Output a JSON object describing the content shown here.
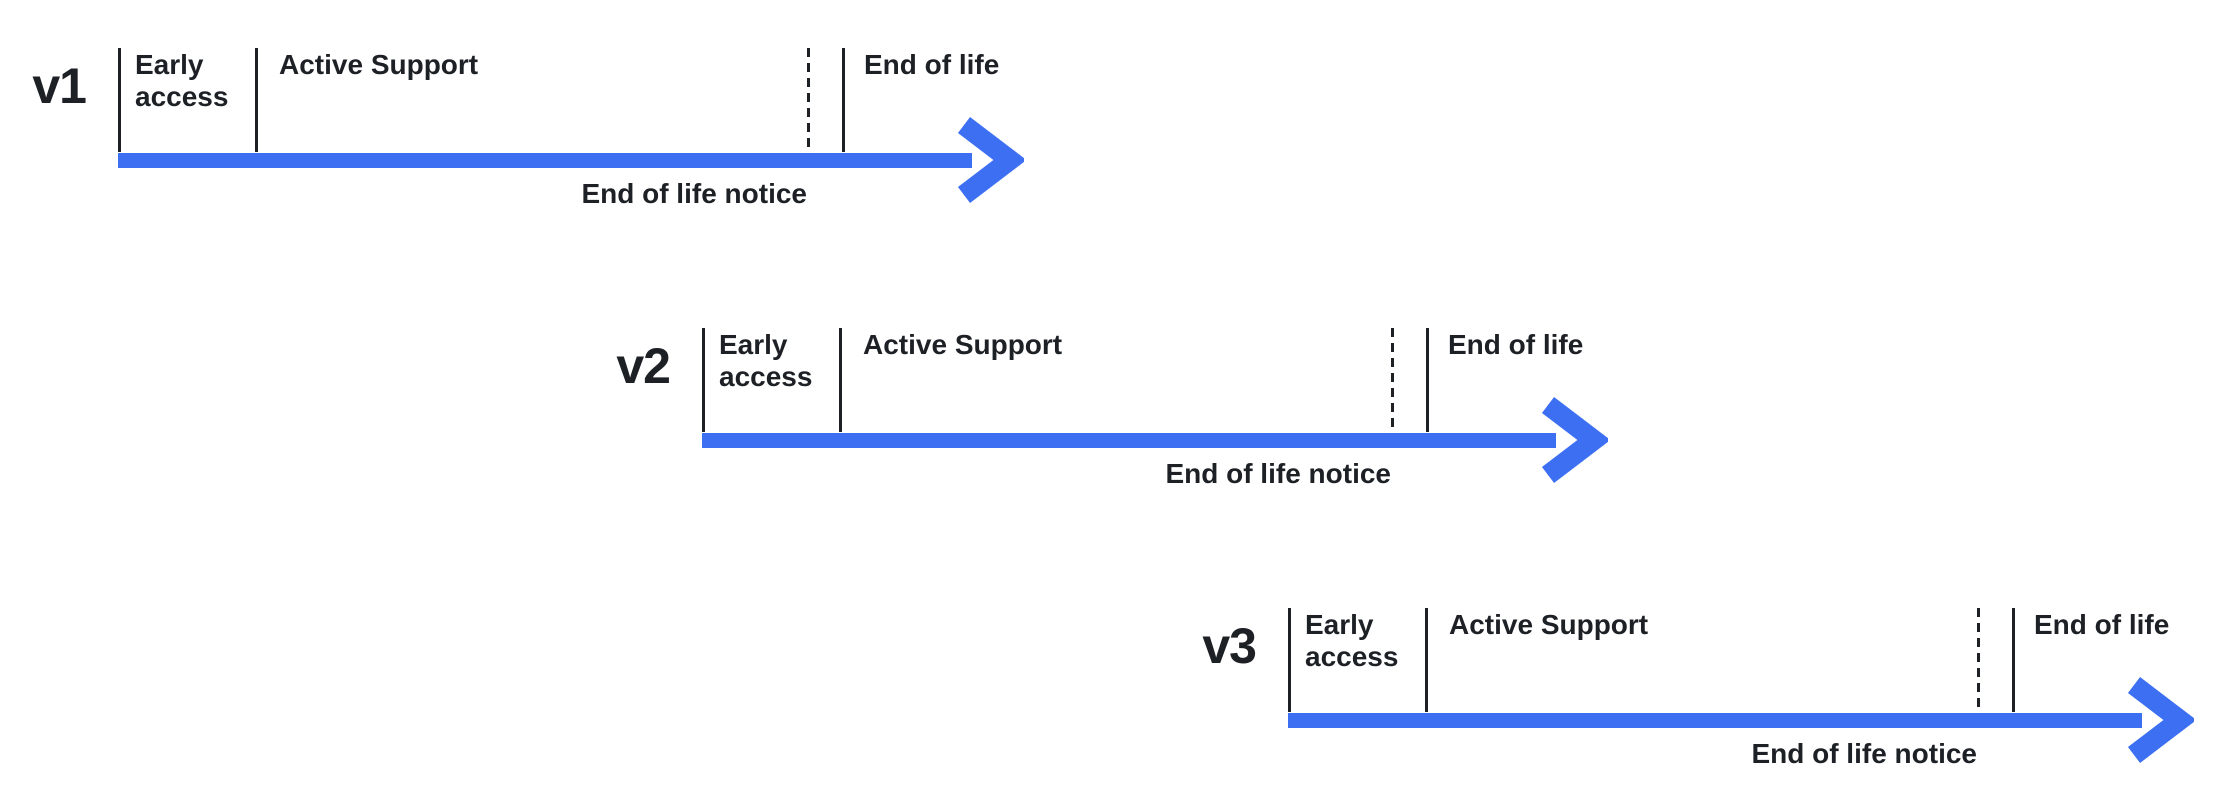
{
  "colors": {
    "arrow_blue": "#3d6ff2",
    "text_dark": "#1d2126",
    "background": "#ffffff"
  },
  "rows": [
    {
      "label": "v1",
      "phases": {
        "early_access": "Early access",
        "active_support": "Active Support",
        "end_of_life": "End of life",
        "end_of_life_notice": "End of life notice"
      }
    },
    {
      "label": "v2",
      "phases": {
        "early_access": "Early access",
        "active_support": "Active Support",
        "end_of_life": "End of life",
        "end_of_life_notice": "End of life notice"
      }
    },
    {
      "label": "v3",
      "phases": {
        "early_access": "Early access",
        "active_support": "Active Support",
        "end_of_life": "End of life",
        "end_of_life_notice": "End of life notice"
      }
    }
  ]
}
